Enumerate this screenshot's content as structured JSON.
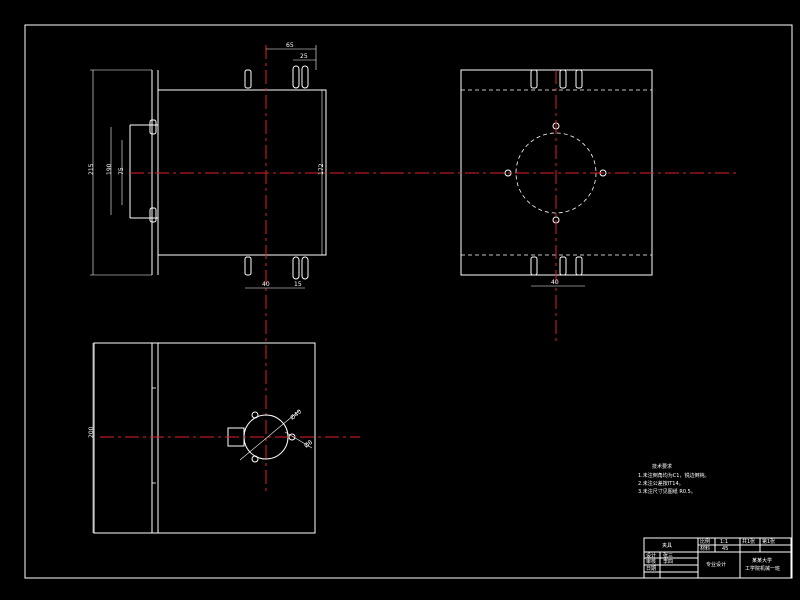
{
  "dimensions": {
    "front_top_width": "65",
    "front_top_slot": "25",
    "front_left_height": "215",
    "front_left_inner": "190",
    "front_left_slot": "75",
    "front_right_height": "172",
    "front_bottom_left": "40",
    "front_bottom_right": "15",
    "side_bottom": "40",
    "top_left_height": "200",
    "top_dia": "Ø40",
    "top_small": "Ø8"
  },
  "notes": {
    "title": "技术要求",
    "line1": "1.未注倒角均为C1，锐边倒钝。",
    "line2": "2.未注公差按IT14。",
    "line3": "3.未注尺寸见图纸 R0.5。"
  },
  "title_block": {
    "part_name": "夹具",
    "designer": "设计",
    "designer_name": "张三",
    "checker": "审核",
    "checker_name": "李四",
    "date": "日期",
    "subject": "专业设计",
    "scale_label": "比例",
    "scale_value": "1:1",
    "material_label": "材料",
    "material_value": "45",
    "sheet_label": "共1张",
    "sheet_value": "第1张",
    "school": "某某大学",
    "department": "工学院机械一班"
  }
}
